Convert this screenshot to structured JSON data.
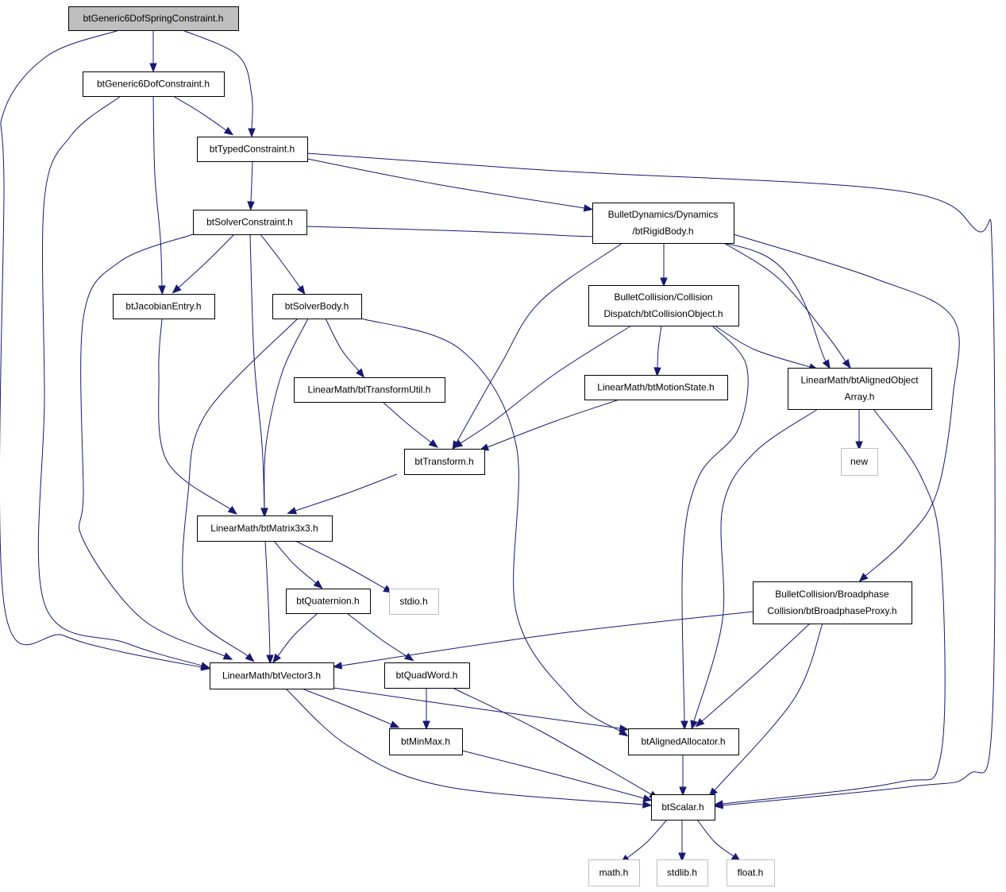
{
  "diagram": {
    "nodes": [
      {
        "id": "root",
        "kind": "root",
        "lines": [
          "btGeneric6DofSpringConstraint.h"
        ]
      },
      {
        "id": "g6dof",
        "kind": "normal",
        "lines": [
          "btGeneric6DofConstraint.h"
        ]
      },
      {
        "id": "typed",
        "kind": "normal",
        "lines": [
          "btTypedConstraint.h"
        ]
      },
      {
        "id": "solvercons",
        "kind": "normal",
        "lines": [
          "btSolverConstraint.h"
        ]
      },
      {
        "id": "rigidbody",
        "kind": "normal",
        "lines": [
          "BulletDynamics/Dynamics",
          "/btRigidBody.h"
        ]
      },
      {
        "id": "jacobian",
        "kind": "normal",
        "lines": [
          "btJacobianEntry.h"
        ]
      },
      {
        "id": "solverbody",
        "kind": "normal",
        "lines": [
          "btSolverBody.h"
        ]
      },
      {
        "id": "collobj",
        "kind": "normal",
        "lines": [
          "BulletCollision/Collision",
          "Dispatch/btCollisionObject.h"
        ]
      },
      {
        "id": "transformutil",
        "kind": "normal",
        "lines": [
          "LinearMath/btTransformUtil.h"
        ]
      },
      {
        "id": "motionstate",
        "kind": "normal",
        "lines": [
          "LinearMath/btMotionState.h"
        ]
      },
      {
        "id": "alignedarray",
        "kind": "normal",
        "lines": [
          "LinearMath/btAlignedObject",
          "Array.h"
        ]
      },
      {
        "id": "transform",
        "kind": "normal",
        "lines": [
          "btTransform.h"
        ]
      },
      {
        "id": "new",
        "kind": "external",
        "lines": [
          "new"
        ]
      },
      {
        "id": "matrix",
        "kind": "normal",
        "lines": [
          "LinearMath/btMatrix3x3.h"
        ]
      },
      {
        "id": "broadphase",
        "kind": "normal",
        "lines": [
          "BulletCollision/Broadphase",
          "Collision/btBroadphaseProxy.h"
        ]
      },
      {
        "id": "quaternion",
        "kind": "normal",
        "lines": [
          "btQuaternion.h"
        ]
      },
      {
        "id": "stdio",
        "kind": "external",
        "lines": [
          "stdio.h"
        ]
      },
      {
        "id": "vector3",
        "kind": "normal",
        "lines": [
          "LinearMath/btVector3.h"
        ]
      },
      {
        "id": "quadword",
        "kind": "normal",
        "lines": [
          "btQuadWord.h"
        ]
      },
      {
        "id": "minmax",
        "kind": "normal",
        "lines": [
          "btMinMax.h"
        ]
      },
      {
        "id": "allocator",
        "kind": "normal",
        "lines": [
          "btAlignedAllocator.h"
        ]
      },
      {
        "id": "scalar",
        "kind": "normal",
        "lines": [
          "btScalar.h"
        ]
      },
      {
        "id": "math",
        "kind": "external",
        "lines": [
          "math.h"
        ]
      },
      {
        "id": "stdlib",
        "kind": "external",
        "lines": [
          "stdlib.h"
        ]
      },
      {
        "id": "float",
        "kind": "external",
        "lines": [
          "float.h"
        ]
      }
    ],
    "edges": [
      {
        "from": "root",
        "to": "g6dof"
      },
      {
        "from": "root",
        "to": "typed"
      },
      {
        "from": "root",
        "to": "vector3"
      },
      {
        "from": "g6dof",
        "to": "typed"
      },
      {
        "from": "g6dof",
        "to": "jacobian"
      },
      {
        "from": "g6dof",
        "to": "vector3"
      },
      {
        "from": "typed",
        "to": "solvercons"
      },
      {
        "from": "typed",
        "to": "rigidbody"
      },
      {
        "from": "typed",
        "to": "scalar"
      },
      {
        "from": "solvercons",
        "to": "jacobian"
      },
      {
        "from": "solvercons",
        "to": "solverbody"
      },
      {
        "from": "solvercons",
        "to": "matrix"
      },
      {
        "from": "solvercons",
        "to": "vector3"
      },
      {
        "from": "solvercons",
        "to": "alignedarray"
      },
      {
        "from": "rigidbody",
        "to": "collobj"
      },
      {
        "from": "rigidbody",
        "to": "transform"
      },
      {
        "from": "rigidbody",
        "to": "alignedarray"
      },
      {
        "from": "rigidbody",
        "to": "broadphase"
      },
      {
        "from": "jacobian",
        "to": "matrix"
      },
      {
        "from": "solverbody",
        "to": "transformutil"
      },
      {
        "from": "solverbody",
        "to": "matrix"
      },
      {
        "from": "solverbody",
        "to": "vector3"
      },
      {
        "from": "solverbody",
        "to": "allocator"
      },
      {
        "from": "collobj",
        "to": "motionstate"
      },
      {
        "from": "collobj",
        "to": "transform"
      },
      {
        "from": "collobj",
        "to": "alignedarray"
      },
      {
        "from": "collobj",
        "to": "allocator"
      },
      {
        "from": "transformutil",
        "to": "transform"
      },
      {
        "from": "motionstate",
        "to": "transform"
      },
      {
        "from": "alignedarray",
        "to": "new"
      },
      {
        "from": "alignedarray",
        "to": "allocator"
      },
      {
        "from": "alignedarray",
        "to": "scalar"
      },
      {
        "from": "transform",
        "to": "matrix"
      },
      {
        "from": "matrix",
        "to": "quaternion"
      },
      {
        "from": "matrix",
        "to": "stdio"
      },
      {
        "from": "matrix",
        "to": "vector3"
      },
      {
        "from": "broadphase",
        "to": "vector3"
      },
      {
        "from": "broadphase",
        "to": "allocator"
      },
      {
        "from": "broadphase",
        "to": "scalar"
      },
      {
        "from": "quaternion",
        "to": "vector3"
      },
      {
        "from": "quaternion",
        "to": "quadword"
      },
      {
        "from": "vector3",
        "to": "minmax"
      },
      {
        "from": "vector3",
        "to": "allocator"
      },
      {
        "from": "vector3",
        "to": "scalar"
      },
      {
        "from": "quadword",
        "to": "minmax"
      },
      {
        "from": "quadword",
        "to": "scalar"
      },
      {
        "from": "minmax",
        "to": "scalar"
      },
      {
        "from": "allocator",
        "to": "scalar"
      },
      {
        "from": "scalar",
        "to": "math"
      },
      {
        "from": "scalar",
        "to": "stdlib"
      },
      {
        "from": "scalar",
        "to": "float"
      }
    ]
  },
  "colors": {
    "edge": "#191970",
    "root_fill": "#bfbfbf",
    "node_border": "#000000",
    "external_border": "#bfbfbf",
    "background": "#ffffff"
  }
}
